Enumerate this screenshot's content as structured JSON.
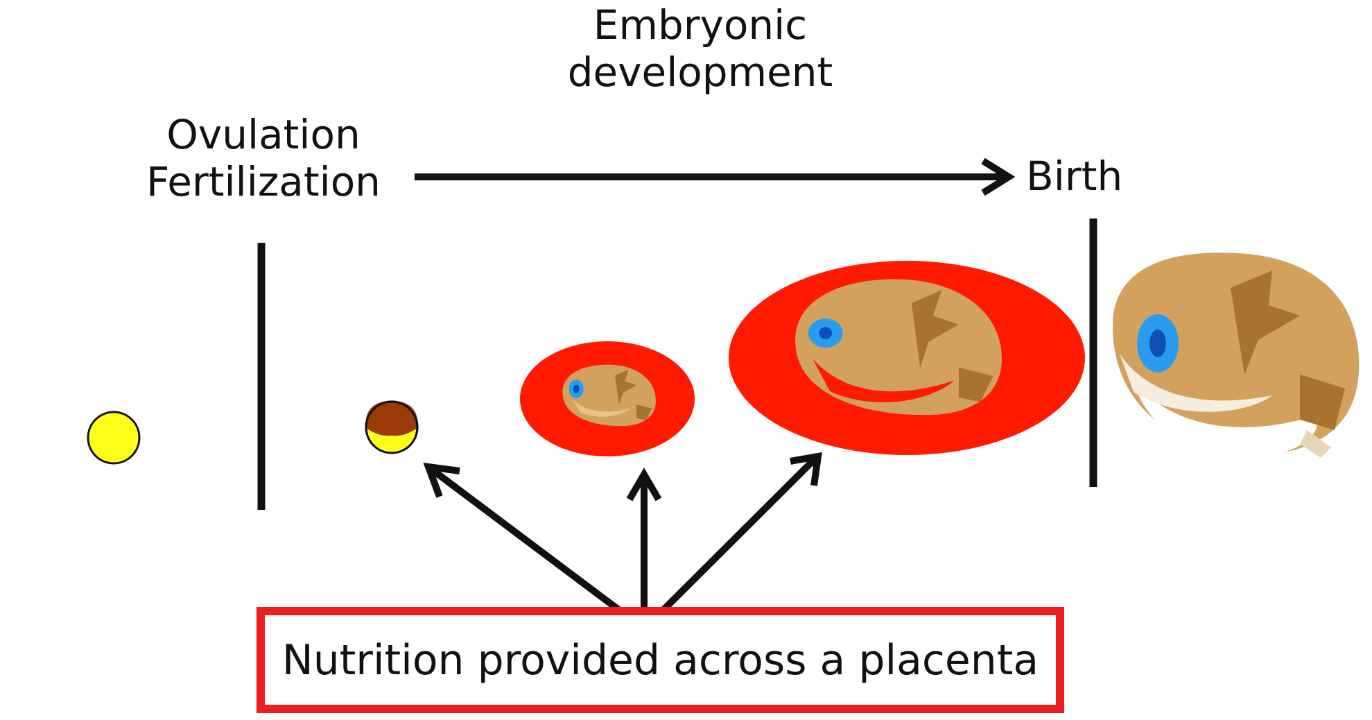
{
  "labels": {
    "embryonic_line1": "Embryonic",
    "embryonic_line2": "development",
    "ovulation_line1": "Ovulation",
    "ovulation_line2": "Fertilization",
    "birth": "Birth",
    "nutrition": "Nutrition provided across a placenta"
  },
  "colors": {
    "egg_yellow": "#ffff1a",
    "placenta_red": "#ff1a00",
    "box_red": "#ef1e1e",
    "embryo_tan": "#d3a15e",
    "embryo_dark": "#a8732f",
    "eye_blue": "#2a9cf0",
    "cap_brown": "#9b3a0a"
  }
}
